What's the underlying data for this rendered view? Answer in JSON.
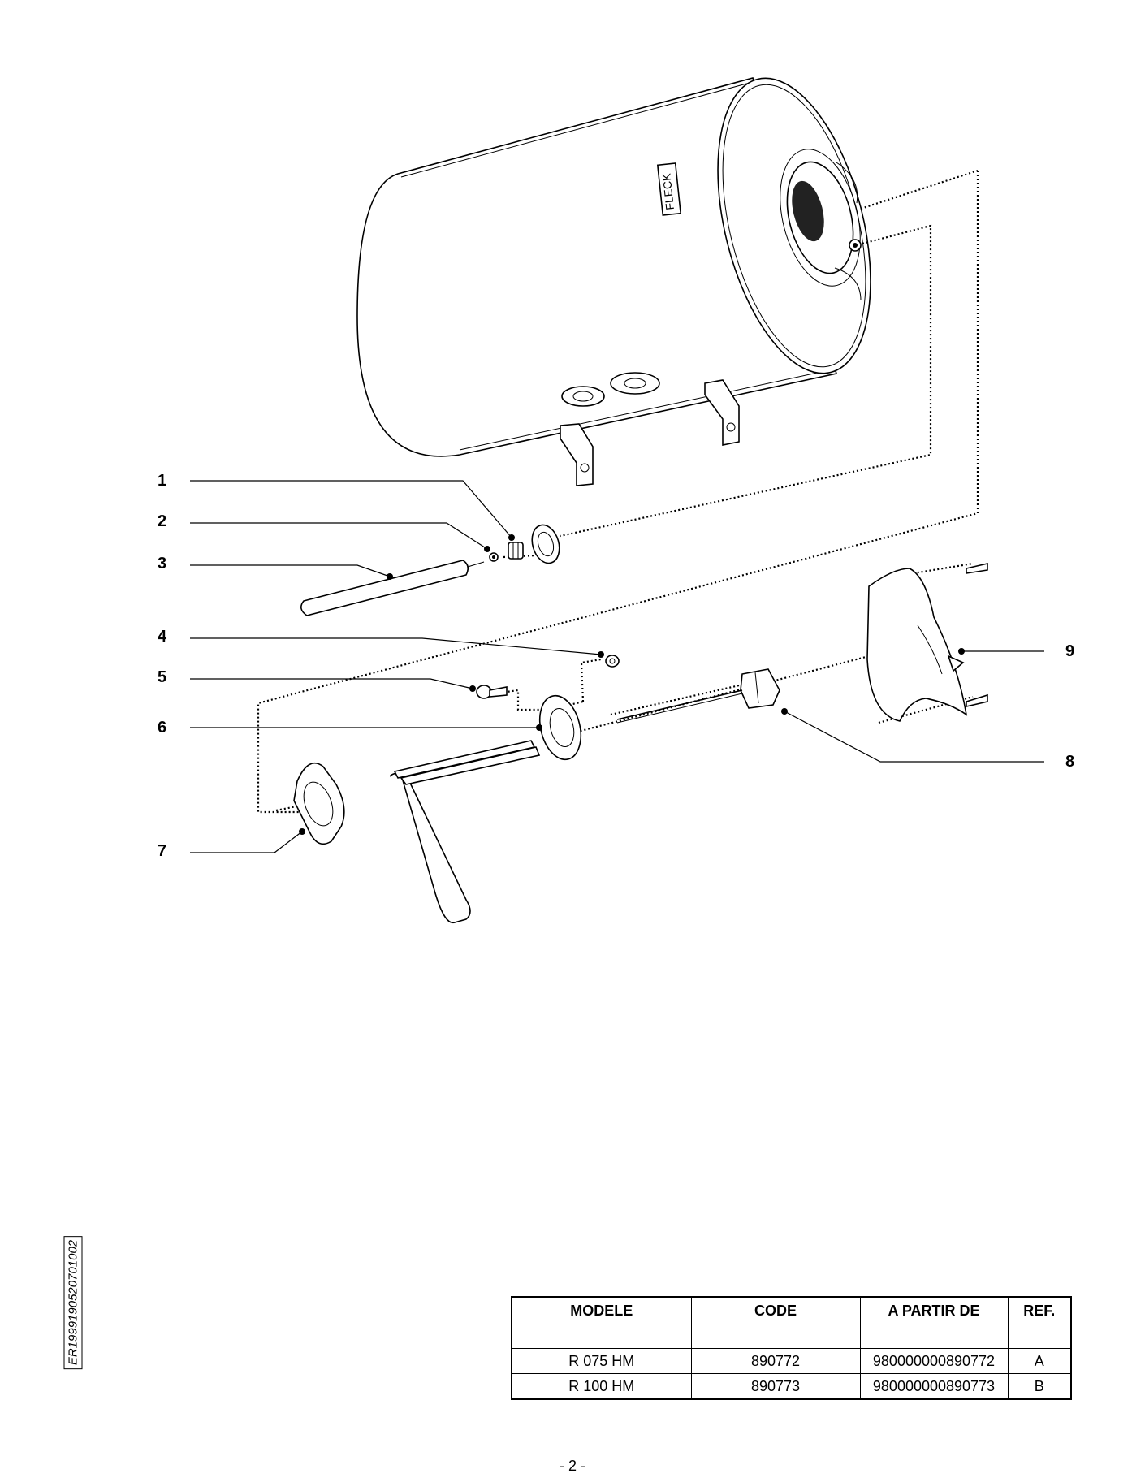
{
  "diagram": {
    "tank_label": "FLECK",
    "callouts": [
      "1",
      "2",
      "3",
      "4",
      "5",
      "6",
      "7",
      "8",
      "9"
    ]
  },
  "document_code": "ER1999190520701002",
  "table": {
    "headers": [
      "MODELE",
      "CODE",
      "A PARTIR DE",
      "REF."
    ],
    "rows": [
      [
        "R 075 HM",
        "890772",
        "980000000890772",
        "A"
      ],
      [
        "R 100 HM",
        "890773",
        "980000000890773",
        "B"
      ]
    ]
  },
  "page_number": "- 2 -"
}
